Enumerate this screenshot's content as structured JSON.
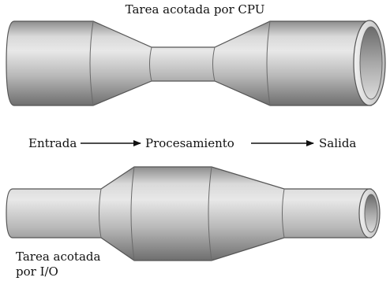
{
  "top_caption": "Tarea acotada por CPU",
  "flow": {
    "input": "Entrada",
    "process": "Procesamiento",
    "output": "Salida"
  },
  "bottom_caption": {
    "line1": "Tarea acotada",
    "line2": "por I/O"
  },
  "colors": {
    "pipe_light": "#e2e2e2",
    "pipe_mid": "#b4b4b4",
    "pipe_dark": "#7a7a7a",
    "pipe_edge": "#555555",
    "text": "#111111"
  }
}
